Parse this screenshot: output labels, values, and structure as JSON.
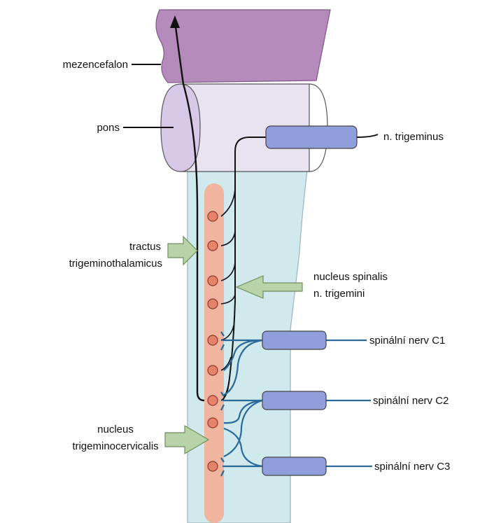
{
  "labels": {
    "mezencefalon": "mezencefalon",
    "pons": "pons",
    "trigeminus": "n. trigeminus",
    "tractus_line1": "tractus",
    "tractus_line2": "trigeminothalamicus",
    "nucleus_spinalis_line1": "nucleus spinalis",
    "nucleus_spinalis_line2": "n. trigemini",
    "nerve_c1": "spinální nerv C1",
    "nerve_c2": "spinální nerv C2",
    "nerve_c3": "spinální nerv C3",
    "nucleus_tc_line1": "nucleus",
    "nucleus_tc_line2": "trigeminocervicalis"
  },
  "colors": {
    "mesencephalon": "#b58bbb",
    "pons": "#e9e3f1",
    "pons_side": "#d6c8e6",
    "spinal_cord": "#cfe9ec",
    "nucleus_column": "#f1b59f",
    "nucleus_dot": "#e8826a",
    "nerve_root": "#8e9fdb",
    "arrow": "#b9d3a9",
    "fiber_dark": "#1a1a1a",
    "fiber_blue": "#2a6a9a"
  }
}
